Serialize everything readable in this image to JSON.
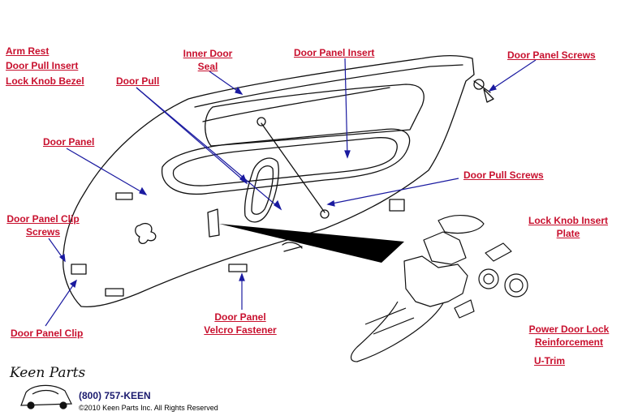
{
  "colors": {
    "label": "#c8102e",
    "leader": "#1a1aa0",
    "ink": "#111111"
  },
  "labels": {
    "arm_rest": "Arm Rest",
    "door_pull_insert": "Door Pull Insert",
    "lock_knob_bezel": "Lock Knob Bezel",
    "door_pull": "Door Pull",
    "inner_door_seal_l1": "Inner Door",
    "inner_door_seal_l2": "Seal",
    "door_panel_insert": "Door Panel Insert",
    "door_panel_screws": "Door Panel Screws",
    "door_panel": "Door Panel",
    "door_pull_screws": "Door Pull Screws",
    "door_panel_clip_screws_l1": "Door Panel Clip",
    "door_panel_clip_screws_l2": "Screws",
    "lock_knob_insert_plate_l1": "Lock Knob Insert",
    "lock_knob_insert_plate_l2": "Plate",
    "door_panel_velcro_l1": "Door Panel",
    "door_panel_velcro_l2": "Velcro Fastener",
    "door_panel_clip": "Door Panel Clip",
    "power_door_lock_l1": "Power Door Lock",
    "power_door_lock_l2": "Reinforcement",
    "u_trim": "U-Trim"
  },
  "footer": {
    "logo": "Keen Parts",
    "phone": "(800) 757-KEEN",
    "copyright": "©2010 Keen Parts Inc. All Rights Reserved"
  }
}
